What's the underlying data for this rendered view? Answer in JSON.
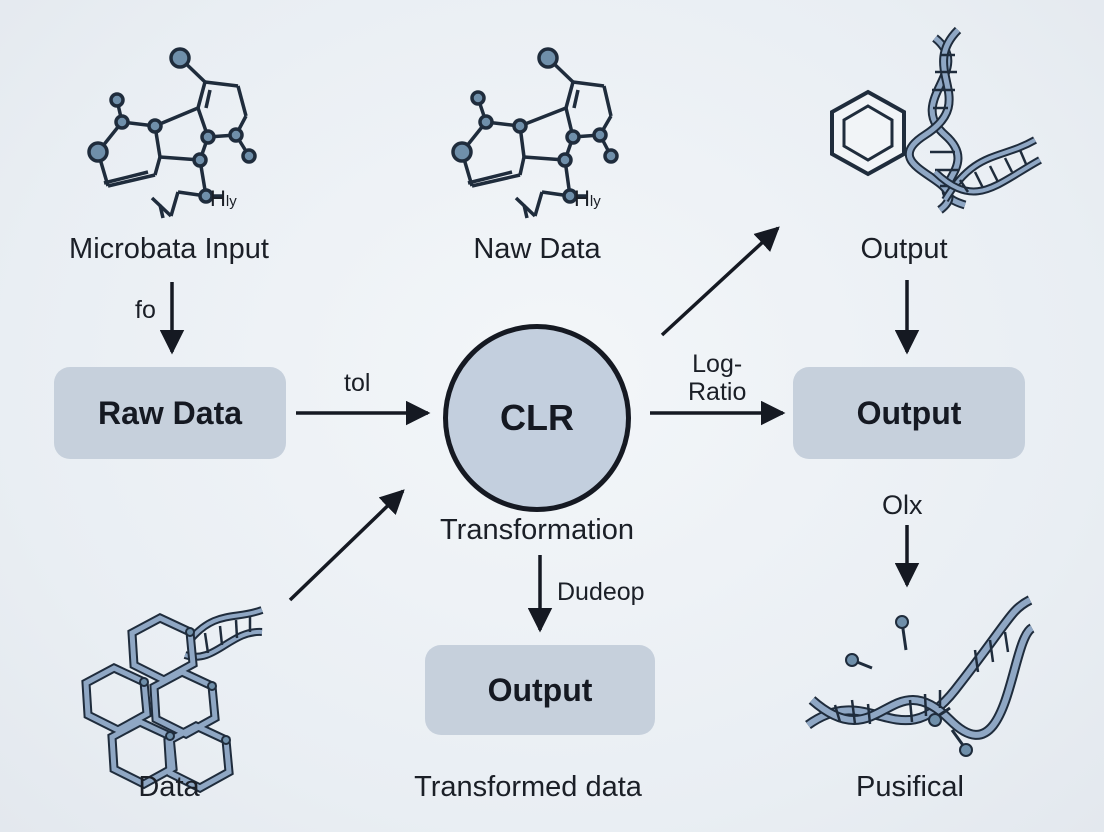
{
  "colors": {
    "background": "#eef2f6",
    "box_fill": "#c6d0dc",
    "circle_fill": "#c3cfde",
    "stroke": "#151922",
    "atom": "#6f8faa",
    "molecule_line": "#1f2c3c",
    "dna": "#8fa7c4"
  },
  "icons": {
    "top_left": "molecule-icon",
    "top_middle": "molecule-icon",
    "top_right": "benzene-dna-icon",
    "bottom_left": "hexagon-rings-dna-icon",
    "bottom_right": "dna-helix-icon"
  },
  "top": {
    "left_label": "Microbata Input",
    "left_atom_label": "H",
    "left_atom_sub": "ly",
    "middle_label": "Naw Data",
    "middle_atom_label": "H",
    "middle_atom_sub": "ly",
    "right_label": "Output"
  },
  "nodes": {
    "raw_data": "Raw Data",
    "clr": "CLR",
    "clr_caption": "Transformation",
    "output_right": "Output",
    "output_bottom": "Output"
  },
  "edges": {
    "input_to_raw": "fo",
    "raw_to_clr": "tol",
    "clr_to_output_line1": "Log-",
    "clr_to_output_line2": "Ratio",
    "clr_to_bottom": "Dudeop",
    "output_to_dna": "Olx"
  },
  "bottom": {
    "left_label": "Data",
    "middle_label": "Transformed data",
    "right_label": "Pusifical"
  }
}
